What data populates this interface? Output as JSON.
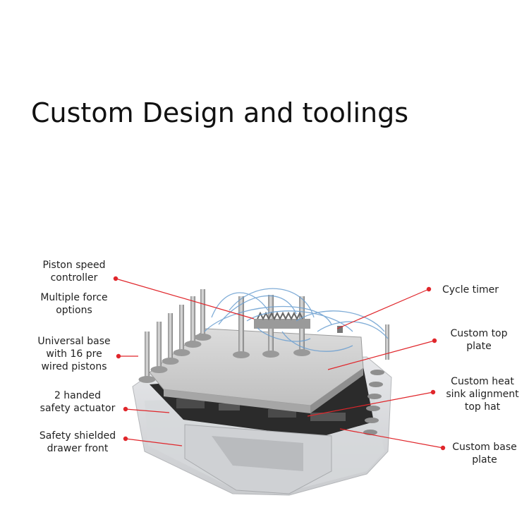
{
  "title": "Custom Design and toolings",
  "accent_color": "#e0262b",
  "labels": {
    "piston_speed": [
      "Piston speed",
      "controller"
    ],
    "multiple_force": [
      "Multiple force",
      "options"
    ],
    "universal_base": [
      "Universal base",
      "with 16 pre",
      "wired pistons"
    ],
    "safety_actuator": [
      "2 handed",
      "safety actuator"
    ],
    "drawer_front": [
      "Safety shielded",
      "drawer front"
    ],
    "cycle_timer": [
      "Cycle timer"
    ],
    "top_plate": [
      "Custom top",
      "plate"
    ],
    "heat_sink": [
      "Custom heat",
      "sink alignment",
      "top hat"
    ],
    "base_plate": [
      "Custom base",
      "plate"
    ]
  }
}
